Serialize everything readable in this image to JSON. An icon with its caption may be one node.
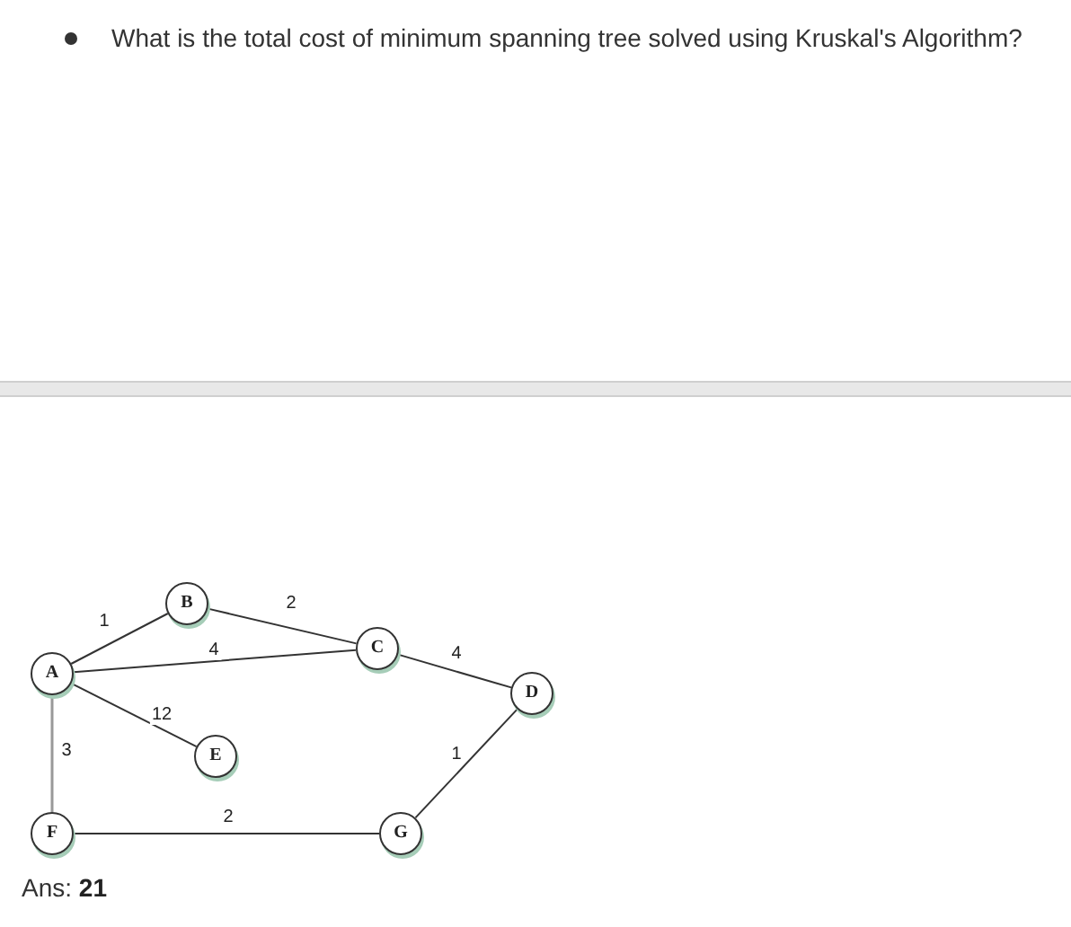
{
  "diagram": {
    "title": "What is the total cost of minimum spanning tree solved using Kruskal's Algorithm?",
    "nodes": [
      {
        "text": [
          "A"
        ]
      },
      {
        "text": [
          "B"
        ]
      },
      {
        "text": [
          "C"
        ]
      },
      {
        "text": [
          "D"
        ]
      },
      {
        "text": [
          "E"
        ]
      },
      {
        "text": [
          "F"
        ]
      },
      {
        "text": [
          "G"
        ]
      }
    ],
    "edges": [
      {
        "from": 0,
        "to": 1,
        "arrow": "none",
        "label": "1"
      },
      {
        "from": 1,
        "to": 2,
        "arrow": "none",
        "label": "2"
      },
      {
        "from": 0,
        "to": 2,
        "arrow": "none",
        "label": "4"
      },
      {
        "from": 2,
        "to": 3,
        "arrow": "none",
        "label": "4"
      },
      {
        "from": 0,
        "to": 4,
        "arrow": "none",
        "label": "12"
      },
      {
        "from": 0,
        "to": 5,
        "arrow": "none",
        "label": "3",
        "color": "#999999"
      },
      {
        "from": 5,
        "to": 6,
        "arrow": "none",
        "label": "2"
      },
      {
        "from": 6,
        "to": 3,
        "arrow": "none",
        "label": "1"
      }
    ],
    "labels": [
      "Ans: **21**"
    ]
  }
}
